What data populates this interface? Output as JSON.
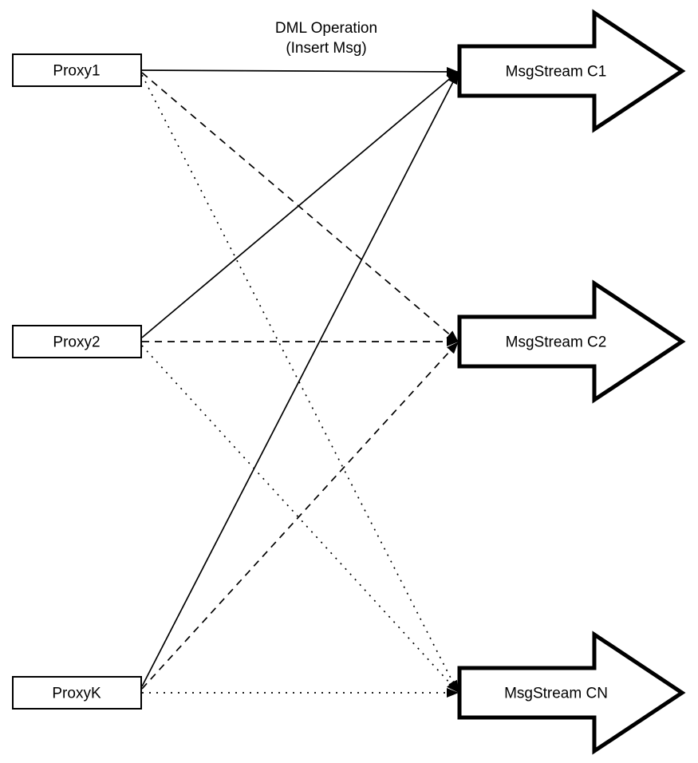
{
  "diagram": {
    "kind": "proxy-to-msgstream-fanout",
    "annotation": {
      "line1": "DML Operation",
      "line2": "(Insert Msg)"
    },
    "proxies": [
      {
        "label": "Proxy1"
      },
      {
        "label": "Proxy2"
      },
      {
        "label": "ProxyK"
      }
    ],
    "streams": [
      {
        "label": "MsgStream C1"
      },
      {
        "label": "MsgStream C2"
      },
      {
        "label": "MsgStream CN"
      }
    ],
    "edges": [
      {
        "from": "Proxy1",
        "to": "MsgStream C1",
        "style": "solid"
      },
      {
        "from": "Proxy2",
        "to": "MsgStream C1",
        "style": "solid"
      },
      {
        "from": "ProxyK",
        "to": "MsgStream C1",
        "style": "solid"
      },
      {
        "from": "Proxy1",
        "to": "MsgStream C2",
        "style": "dashed"
      },
      {
        "from": "Proxy2",
        "to": "MsgStream C2",
        "style": "dashed"
      },
      {
        "from": "ProxyK",
        "to": "MsgStream C2",
        "style": "dashed"
      },
      {
        "from": "Proxy1",
        "to": "MsgStream CN",
        "style": "dotted"
      },
      {
        "from": "Proxy2",
        "to": "MsgStream CN",
        "style": "dotted"
      },
      {
        "from": "ProxyK",
        "to": "MsgStream CN",
        "style": "dotted"
      }
    ],
    "colors": {
      "stroke": "#000000",
      "fill": "#ffffff",
      "background": "#ffffff"
    }
  }
}
